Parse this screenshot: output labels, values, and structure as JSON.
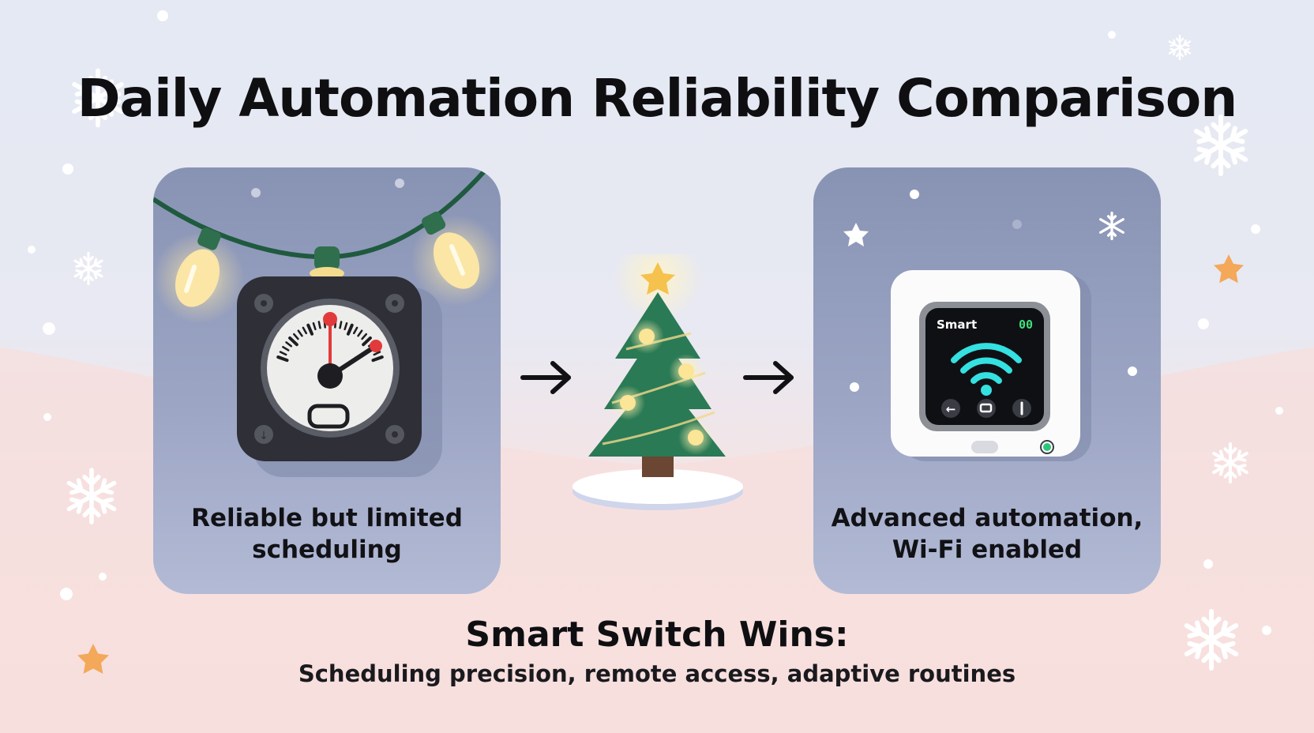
{
  "title": "Daily Automation Reliability Comparison",
  "left_panel": {
    "caption_line1": "Reliable but limited",
    "caption_line2": "scheduling",
    "device": "mechanical-timer"
  },
  "right_panel": {
    "caption_line1": "Advanced automation,",
    "caption_line2": "Wi-Fi enabled",
    "device": "smart-switch",
    "screen_label": "Smart",
    "screen_status": "00"
  },
  "center_icon": "christmas-tree-icon",
  "footer": {
    "headline": "Smart Switch Wins:",
    "details": "Scheduling precision, remote access, adaptive routines"
  },
  "colors": {
    "panel": "#9aa3c2",
    "tree_green": "#2a7a55",
    "wifi": "#35e0e0",
    "star": "#f5b15c",
    "bulb_glow": "#fff3c4"
  }
}
